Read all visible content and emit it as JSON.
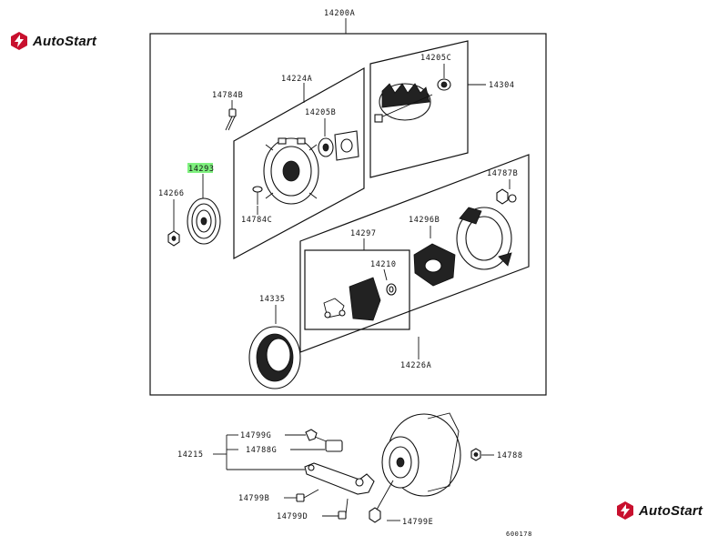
{
  "brand": {
    "name": "AutoStart",
    "color": "#c8102e"
  },
  "highlight_color": "#7ef07e",
  "labels": {
    "assembly": "14200A",
    "front_bracket": "14224A",
    "rotor": "14304",
    "bearing_rear": "14205C",
    "bolt_through": "14784B",
    "bearing_front": "14205B",
    "pulley": "14293",
    "nut_pulley": "14266",
    "screw_retainer": "14784C",
    "rear_bracket_kit": "14787B",
    "regulator_assy": "14297",
    "rectifier": "14296B",
    "brush_holder": "14210",
    "stator": "14335",
    "rear_bracket": "14226A",
    "bracket_assy": "14215",
    "bolt_g": "14799G",
    "bolt_stud": "14788G",
    "nut": "14788",
    "bolt_b": "14799B",
    "bolt_d": "14799D",
    "bolt_e": "14799E",
    "diagram_code": "600178"
  }
}
